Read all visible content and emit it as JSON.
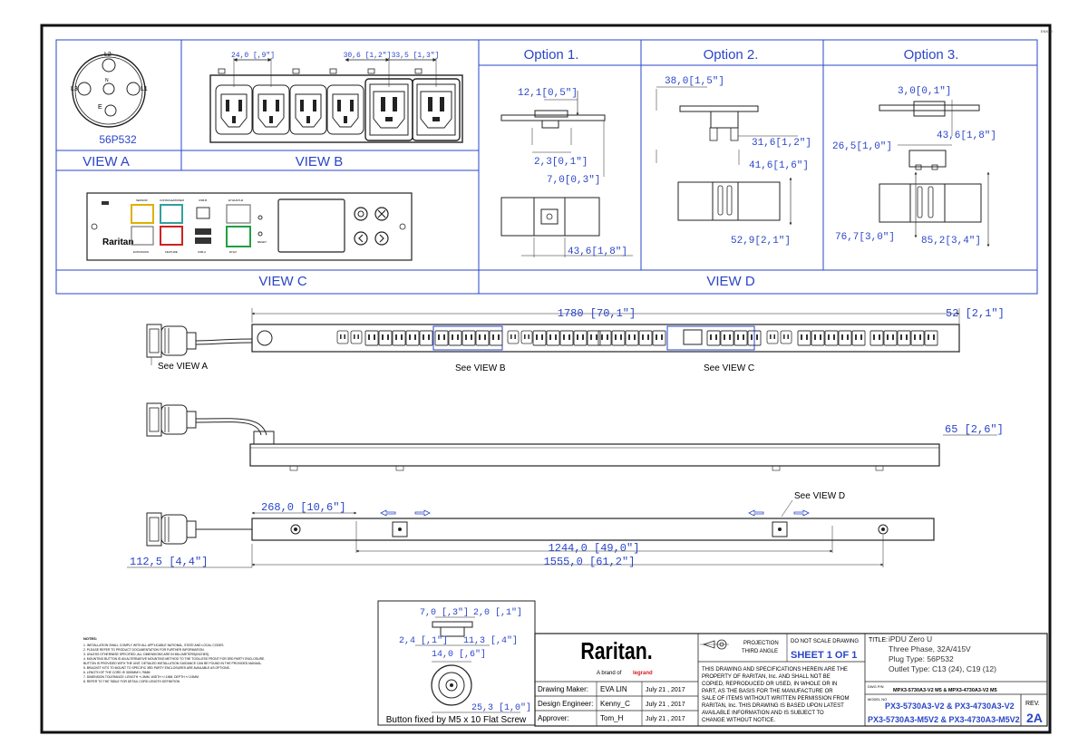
{
  "corner_code": "ENX_0",
  "view_a": {
    "label": "VIEW A",
    "plug_type": "56P532",
    "pins": [
      "L1",
      "L2",
      "L3",
      "N",
      "E"
    ]
  },
  "view_b": {
    "label": "VIEW B",
    "dims": [
      "24,0 [,9\"]",
      "30,6 [1,2\"]",
      "33,5 [1,3\"]"
    ]
  },
  "view_c": {
    "label": "VIEW C",
    "brand": "Raritan",
    "port_labels": [
      "SENSOR",
      "CONSOLE/MODEM",
      "USB-B",
      "ETH1/ETH2",
      "EXPANSION",
      "FEATURE",
      "USB-A",
      "ETH3",
      "RESET"
    ]
  },
  "view_d": {
    "label": "VIEW D",
    "option1": {
      "title": "Option 1.",
      "dims": [
        "12,1[0,5\"]",
        "2,3[0,1\"]",
        "7,0[0,3\"]",
        "43,6[1,8\"]"
      ]
    },
    "option2": {
      "title": "Option  2.",
      "dims": [
        "38,0[1,5\"]",
        "31,6[1,2\"]",
        "41,6[1,6\"]",
        "52,9[2,1\"]"
      ]
    },
    "option3": {
      "title": "Option 3.",
      "dims": [
        "3,0[0,1\"]",
        "43,6[1,8\"]",
        "26,5[1,0\"]",
        "76,7[3,0\"]",
        "85,2[3,4\"]"
      ]
    }
  },
  "pdu": {
    "length_dim": "1780 [70,1\"]",
    "width_dim": "52 [2,1\"]",
    "depth_dim": "65 [2,6\"]",
    "see_view_a": "See VIEW A",
    "see_view_b": "See VIEW B",
    "see_view_c": "See VIEW C",
    "see_view_d": "See VIEW D",
    "dim_268": "268,0 [10,6\"]",
    "dim_1244": "1244,0 [49,0\"]",
    "dim_1555": "1555,0 [61,2\"]",
    "dim_112": "112,5 [4,4\"]"
  },
  "button_detail": {
    "dims": [
      "7,0 [,3\"]",
      "2,0 [,1\"]",
      "2,4 [,1\"]",
      "11,3 [,4\"]",
      "14,0 [,6\"]",
      "25,3 [1,0\"]"
    ],
    "caption": "Button fixed by M5 x 10 Flat Screw"
  },
  "notes": {
    "title": "NOTES:",
    "lines": [
      "1. INSTALLATION SHALL COMPLY WITH ALL APPLICABLE NATIONAL, STATE AND LOCAL CODES.",
      "2. PLEASE REFER TO PRODUCT DOCUMENTATION FOR FURTHER INFORMATION.",
      "3. UNLESS OTHERWISE SPECIFIED, ALL DIMENSIONS ARE IN MILLIMETERS(INCHES).",
      "4. MOUNTING BUTTON IS AN ALTERNATIVE MOUNTING METHOD TO THE TOOLLESS FRONT FOR 3RD PARTY ENCLOSURE.",
      "   BUTTON IS PROVIDED WITH THE UNIT. DETAILED INSTALLATION GUIDANCE CAN BE FOUND IN THE PROVIDED MANUAL.",
      "5. BRACKET KITS TO MOUNT TO SPECIFIC 3RD PARTY ENCLOSURES ARE AVAILABLE AS OPTIONS.",
      "6. LENGTH OF THE CORD IS 3000MM+/-75MM",
      "7. DIMENSION TOLERANCE: LENGTH +/-3MM, WIDTH +/-1MM, DEPTH +/-0.5MM",
      "8. REFER TO THE TABLE FOR DETAIL CORD LENGTH DEFINITION"
    ]
  },
  "title_block": {
    "logo": "Raritan.",
    "logo_sub": "A brand of",
    "logo_brand": "legrand",
    "maker_label": "Drawing Maker:",
    "maker": "EVA LIN",
    "maker_date": "July 21 , 2017",
    "engineer_label": "Design Engineer:",
    "engineer": "Kenny_C",
    "engineer_date": "July 21 , 2017",
    "approver_label": "Approver:",
    "approver": "Tom_H",
    "approver_date": "July 21 , 2017",
    "projection_1": "PROJECTION",
    "projection_2": "THIRD ANGLE",
    "no_scale": "DO NOT SCALE DRAWING",
    "sheet": "SHEET 1 OF 1",
    "disclaimer": [
      "THIS DRAWING AND SPECIFICATIONS HEREIN ARE THE",
      "PROPERTY OF RARITAN, Inc. AND SHALL NOT BE",
      "COPIED, REPRODUCED OR USED, IN WHOLE OR IN",
      "PART, AS THE BASIS FOR THE MANUFACTURE OR",
      "SALE OF ITEMS WITHOUT WRITTEN PERMISSION FROM",
      "RARITAN, Inc. THIS DRAWING IS BASED UPON LATEST",
      "AVAILABLE INFORMATION AND IS SUBJECT TO",
      "CHANGE WITHOUT NOTICE."
    ],
    "title_label": "TITLE:",
    "title_lines": [
      "iPDU Zero U",
      "Three Phase, 32A/415V",
      "Plug Type: 56P532",
      "Outlet Type: C13 (24), C19 (12)"
    ],
    "dwg_label": "DWG P/N",
    "dwg_no": "MPX3-5730A3-V2 M5 & MPX3-4730A3-V2 M5",
    "model_label": "MODEL NO",
    "model_line1": "PX3-5730A3-V2 & PX3-4730A3-V2",
    "model_line2": "PX3-5730A3-M5V2 & PX3-4730A3-M5V2",
    "rev_label": "REV.",
    "rev": "2A"
  }
}
